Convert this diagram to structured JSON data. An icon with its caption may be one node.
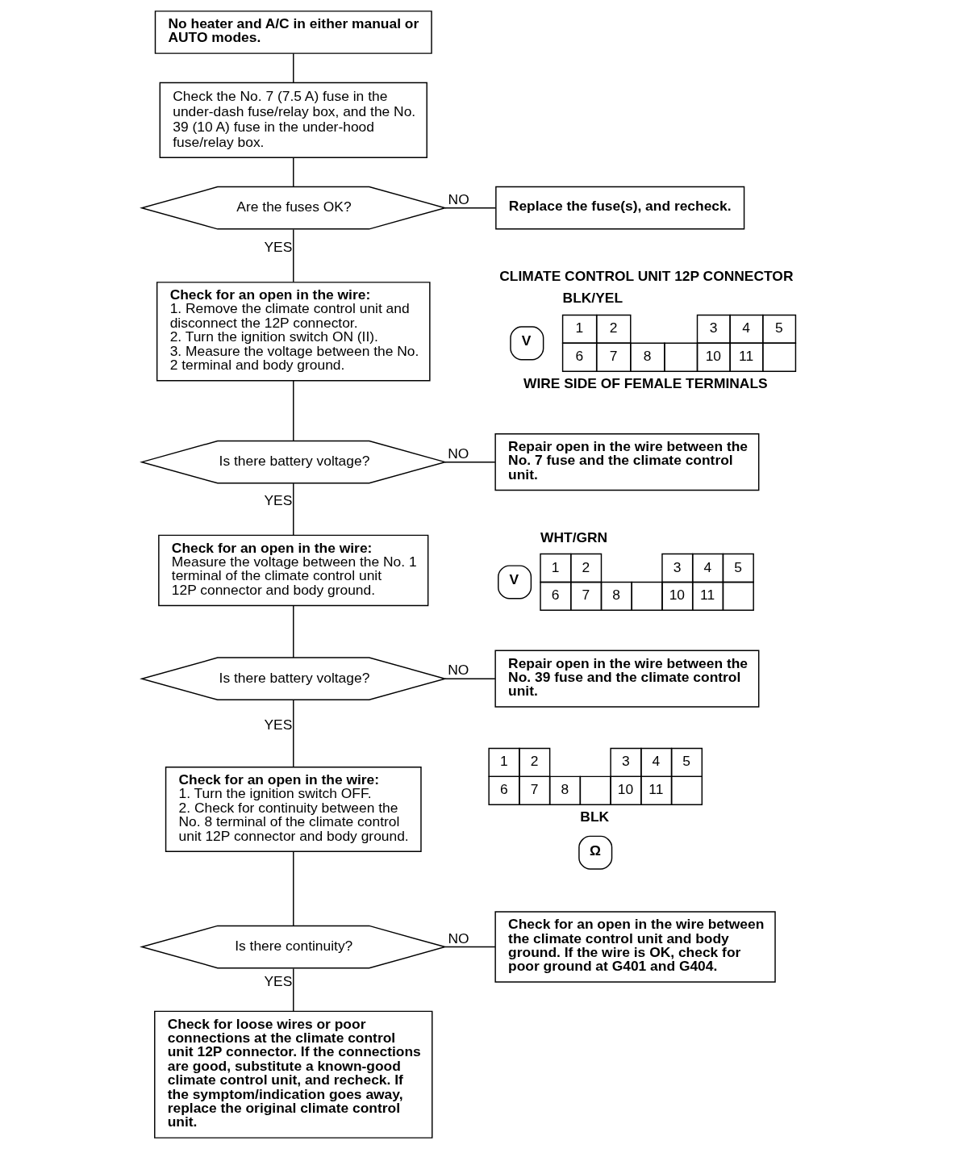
{
  "diagram": {
    "nodes": [
      {
        "text": [
          "No heater and A/C in either manual or AUTO modes."
        ]
      },
      {
        "text": [
          "Check the No. 7 (7.5 A) fuse in the under-dash fuse/relay box, and the No. 39 (10 A) fuse in the under-hood fuse/relay box."
        ]
      },
      {
        "text": [
          "Are the fuses OK?"
        ]
      },
      {
        "text": [
          "Replace the fuse(s), and recheck."
        ]
      },
      {
        "text": [
          "Check for an open in the wire:",
          "1. Remove the climate control unit and disconnect the 12P connector.",
          "2. Turn the ignition switch ON (II).",
          "3. Measure the voltage between the No. 2 terminal and body ground."
        ]
      },
      {
        "text": [
          "Is there battery voltage?"
        ]
      },
      {
        "text": [
          "Repair open in the wire between the No. 7 fuse and the climate control unit."
        ]
      },
      {
        "text": [
          "Check for an open in the wire:",
          "Measure the voltage between the No. 1 terminal of the climate control unit 12P connector and body ground."
        ]
      },
      {
        "text": [
          "Is there battery voltage?"
        ]
      },
      {
        "text": [
          "Repair open in the wire between the No. 39 fuse and the climate control unit."
        ]
      },
      {
        "text": [
          "Check for an open in the wire:",
          "1. Turn the ignition switch OFF.",
          "2. Check for continuity between the No. 8 terminal of the climate control unit 12P connector and body ground."
        ]
      },
      {
        "text": [
          "Is there continuity?"
        ]
      },
      {
        "text": [
          "Check for an open in the wire between the climate control unit and body ground. If the wire is OK, check for poor ground at G401 and G404."
        ]
      },
      {
        "text": [
          "Check for loose wires or poor connections at the climate control unit 12P connector. If the connections are good, substitute a known-good climate control unit, and recheck. If the symptom/indication goes away, replace the original climate control unit."
        ]
      }
    ],
    "edges": [
      {
        "from": 0,
        "to": 1,
        "arrow": "none"
      },
      {
        "from": 1,
        "to": 2,
        "arrow": "none"
      },
      {
        "from": 2,
        "to": 3,
        "arrow": "none",
        "label": "NO"
      },
      {
        "from": 2,
        "to": 4,
        "arrow": "none",
        "label": "YES"
      },
      {
        "from": 4,
        "to": 5,
        "arrow": "none"
      },
      {
        "from": 5,
        "to": 6,
        "arrow": "none",
        "label": "NO"
      },
      {
        "from": 5,
        "to": 7,
        "arrow": "none",
        "label": "YES"
      },
      {
        "from": 7,
        "to": 8,
        "arrow": "none"
      },
      {
        "from": 8,
        "to": 9,
        "arrow": "none",
        "label": "NO"
      },
      {
        "from": 8,
        "to": 10,
        "arrow": "none",
        "label": "YES"
      },
      {
        "from": 10,
        "to": 11,
        "arrow": "none"
      },
      {
        "from": 11,
        "to": 12,
        "arrow": "none",
        "label": "NO"
      },
      {
        "from": 11,
        "to": 13,
        "arrow": "none",
        "label": "YES"
      }
    ],
    "labels": [
      "CLIMATE CONTROL UNIT 12P CONNECTOR",
      "BLK/YEL",
      "1",
      "2",
      "3",
      "4",
      "5",
      "6",
      "7",
      "8",
      "10",
      "11",
      "V",
      "WIRE SIDE OF FEMALE TERMINALS",
      "WHT/GRN",
      "1",
      "2",
      "3",
      "4",
      "5",
      "6",
      "7",
      "8",
      "10",
      "11",
      "V",
      "1",
      "2",
      "3",
      "4",
      "5",
      "6",
      "7",
      "8",
      "10",
      "11",
      "BLK",
      "Ω"
    ]
  }
}
